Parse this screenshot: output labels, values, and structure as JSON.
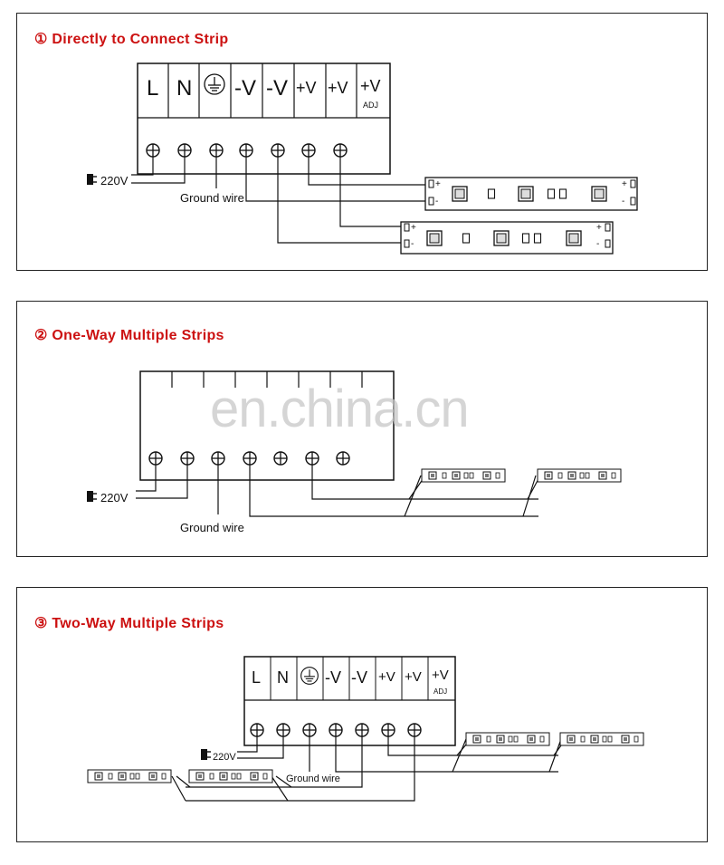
{
  "panels": [
    {
      "title": "① Directly to Connect Strip",
      "labels": {
        "L": "L",
        "N": "N",
        "neg1": "-V",
        "neg2": "-V",
        "pos1": "+V",
        "pos2": "+V",
        "adj_v": "+V",
        "adj": "ADJ"
      },
      "voltage": "220V",
      "ground": "Ground wire"
    },
    {
      "title": "② One-Way Multiple Strips",
      "voltage": "220V",
      "ground": "Ground wire"
    },
    {
      "title": "③ Two-Way Multiple Strips",
      "labels": {
        "L": "L",
        "N": "N",
        "neg1": "-V",
        "neg2": "-V",
        "pos1": "+V",
        "pos2": "+V",
        "adj_v": "+V",
        "adj": "ADJ"
      },
      "voltage": "220V",
      "ground": "Ground wire"
    }
  ],
  "strip_pins": {
    "plus": "+",
    "minus": "-"
  },
  "watermark": "en.china.cn"
}
